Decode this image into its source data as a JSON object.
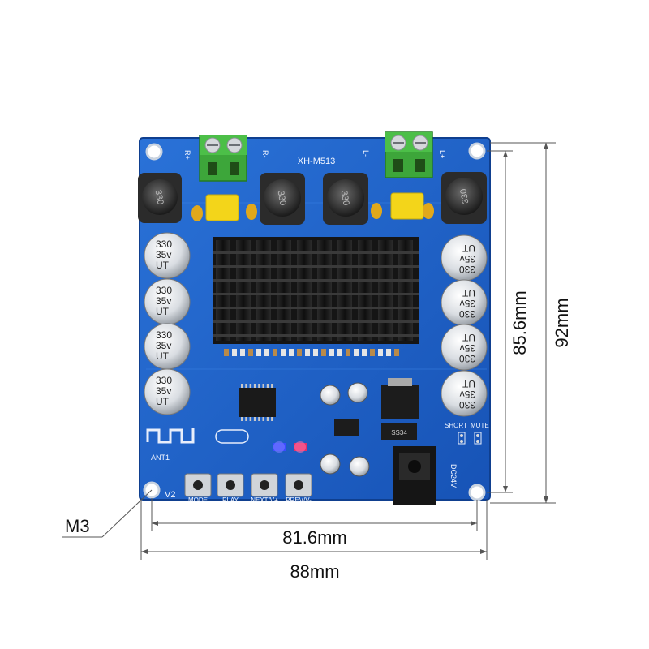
{
  "board": {
    "model": "XH-M513",
    "ant_label": "ANT1",
    "version_label": "V2",
    "short_label": "SHORT",
    "mute_label": "MUTE",
    "dc_label": "DC24V",
    "diode_label": "SS34",
    "terminal_labels": [
      "R+",
      "R-",
      "L-",
      "L+"
    ],
    "buttons": [
      {
        "label": "MODE"
      },
      {
        "label": "PLAY"
      },
      {
        "label": "NEXT/V+"
      },
      {
        "label": "PREV/V-"
      }
    ],
    "capacitor": {
      "value": "330",
      "voltage": "35v",
      "series": "UT"
    },
    "inductor_label": "330",
    "colors": {
      "pcb": "#1f63c9",
      "heatsink": "#1c1c1c",
      "terminal": "#3da63a",
      "yellow_cap": "#f3d51a"
    }
  },
  "dimensions": {
    "hole_spacing_width": "81.6mm",
    "board_width": "88mm",
    "hole_spacing_height": "85.6mm",
    "board_height": "92mm",
    "hole_size": "M3"
  }
}
